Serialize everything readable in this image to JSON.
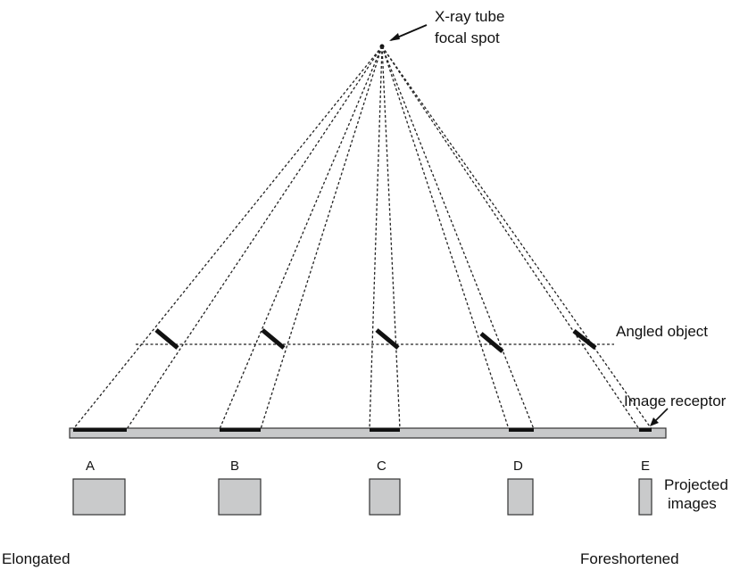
{
  "labels": {
    "focal_spot_line1": "X-ray tube",
    "focal_spot_line2": "focal spot",
    "angled_object": "Angled object",
    "image_receptor": "Image receptor",
    "projected_line1": "Projected",
    "projected_line2": "images",
    "elongated": "Elongated",
    "foreshortened": "Foreshortened"
  },
  "positions": [
    {
      "letter": "A"
    },
    {
      "letter": "B"
    },
    {
      "letter": "C"
    },
    {
      "letter": "D"
    },
    {
      "letter": "E"
    }
  ],
  "colors": {
    "receptor": "#c8c9ca",
    "image_box": "#c9cacb",
    "line": "#111111"
  }
}
